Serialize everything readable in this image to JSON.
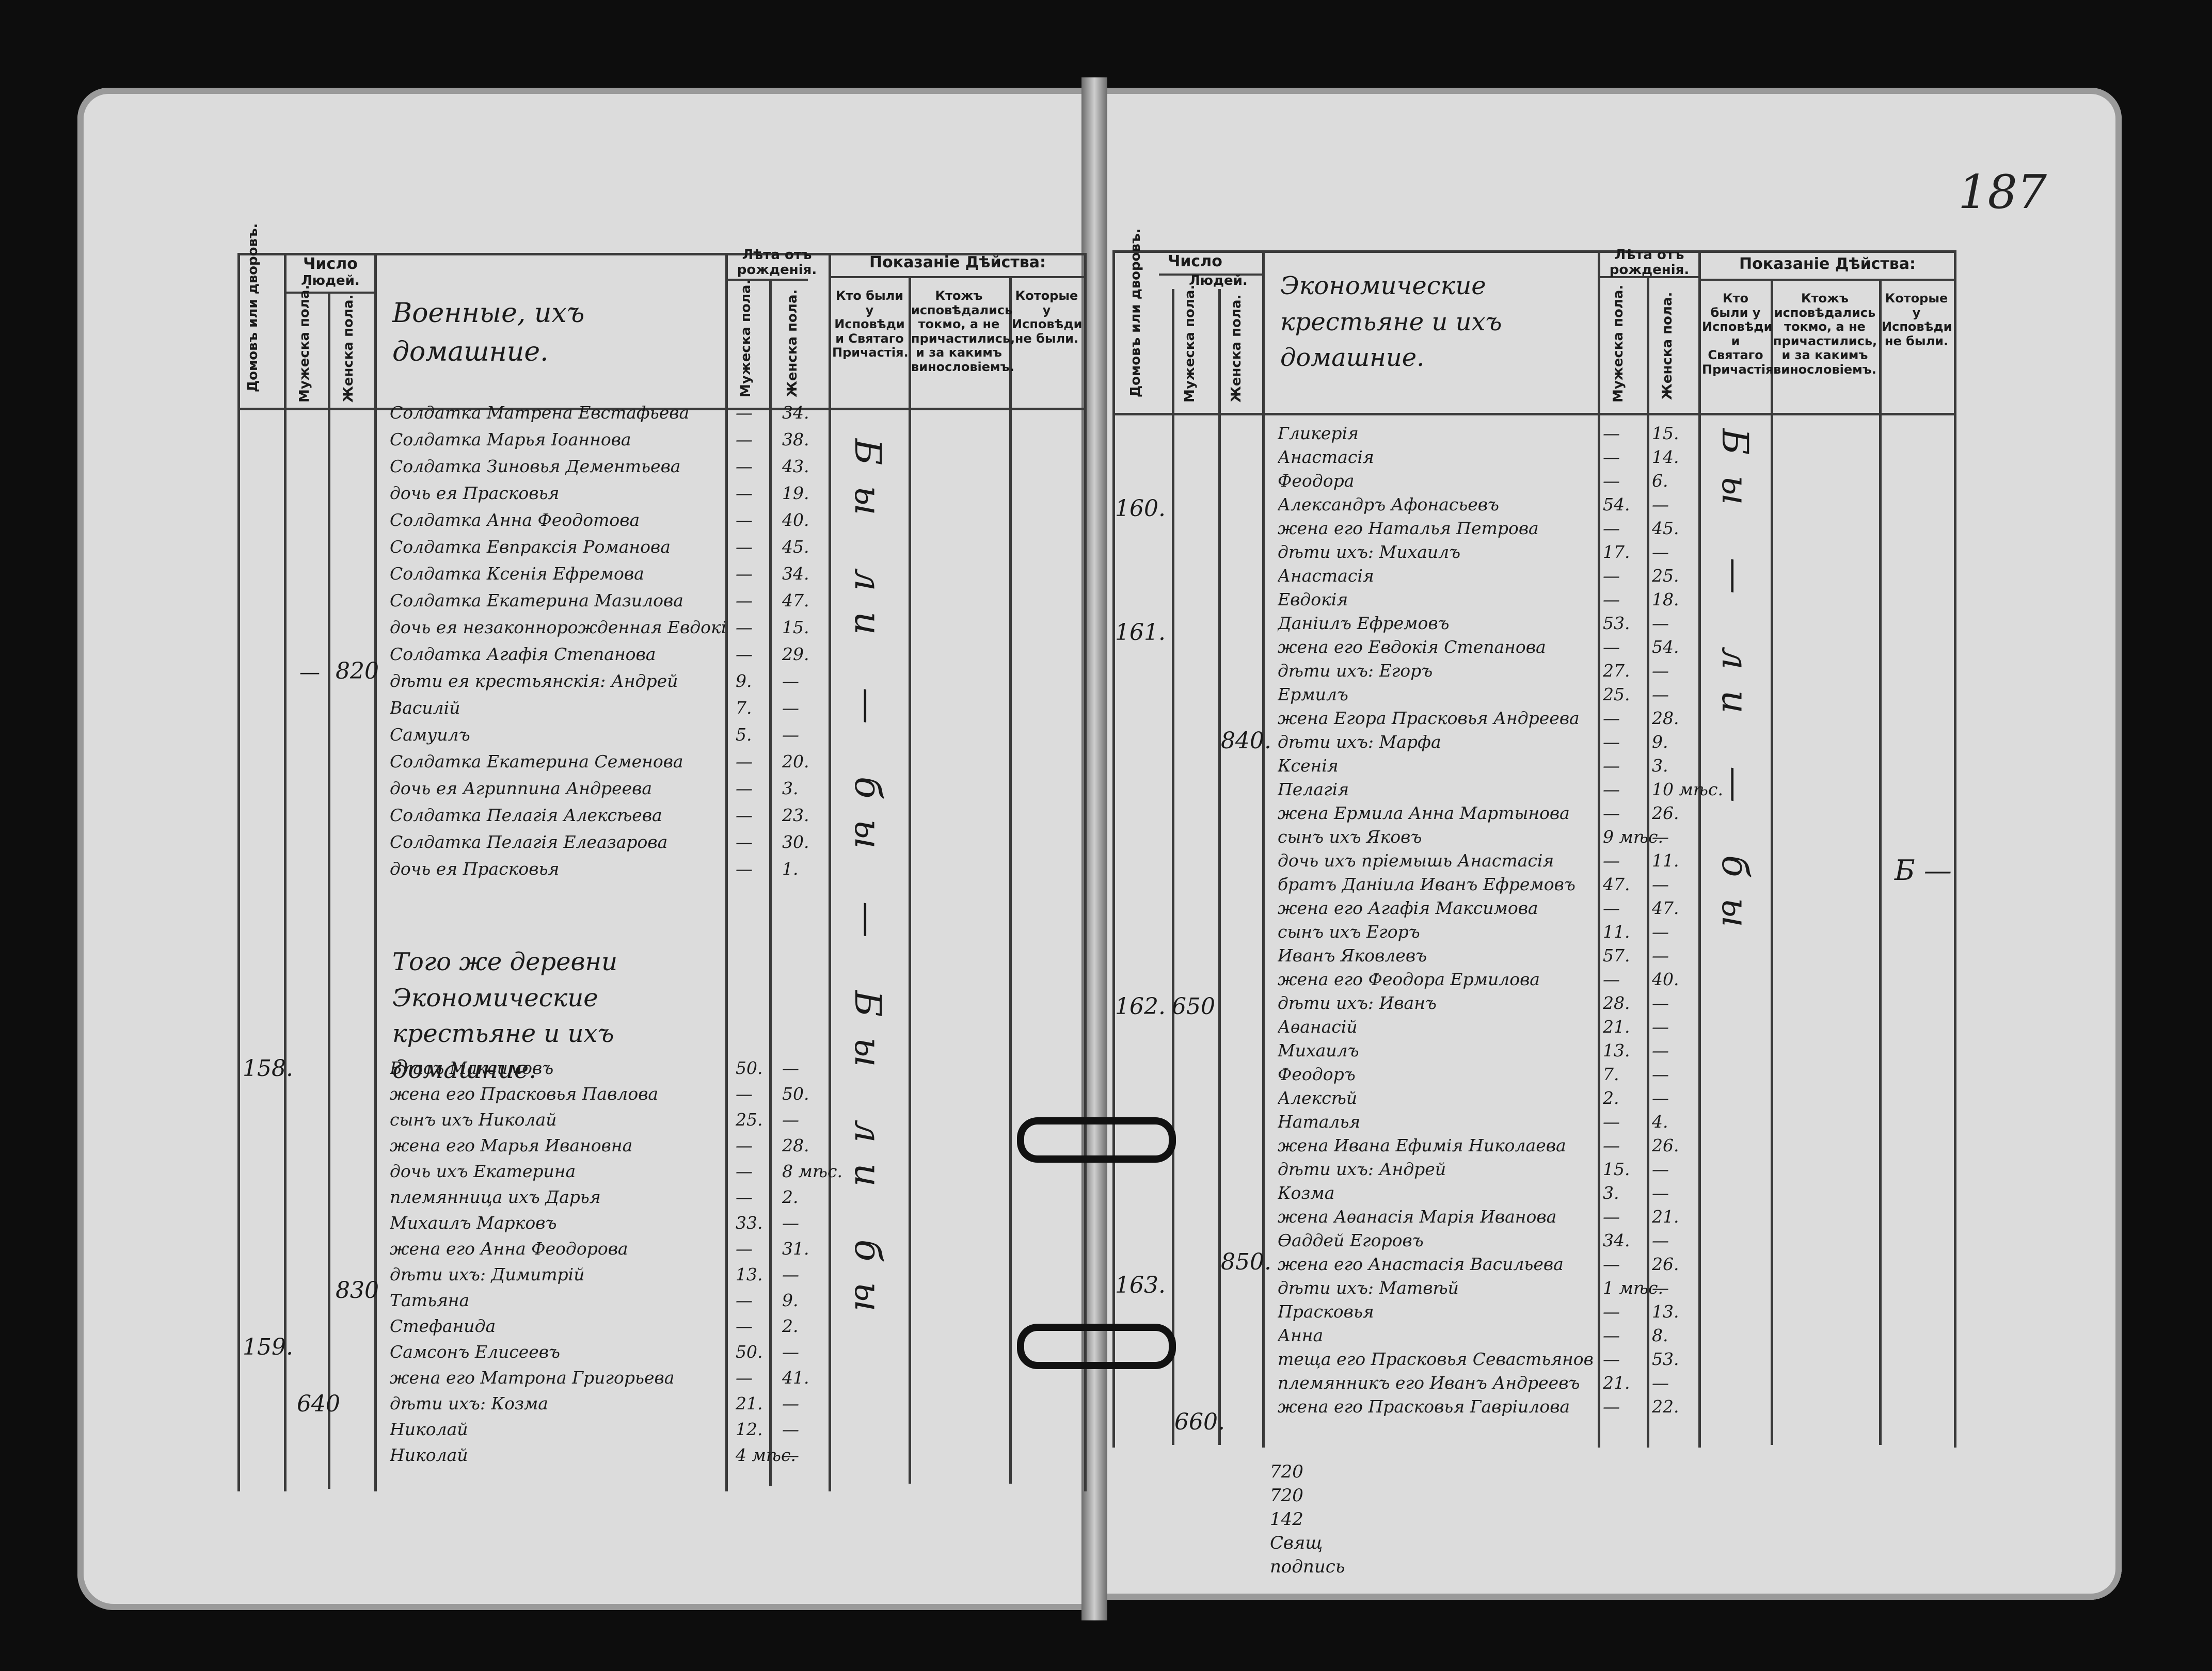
{
  "page_number": "187",
  "header": {
    "houses": "Домовъ или дворовъ.",
    "number": "Число",
    "people": "Людей.",
    "male": "Мужеска пола.",
    "female": "Женска пола.",
    "years": "Лѣта отъ рожденія.",
    "action": "Показаніе Дѣйства:",
    "confessed": "Кто были у Исповѣди и Святаго Причастія.",
    "confessed_only": "Ктожъ исповѣдались токмо, а не причастились, и за какимъ винословіемъ.",
    "not_confessed": "Которые у Исповѣди не были."
  },
  "left": {
    "section1_title": "Военные, ихъ домашние.",
    "rows": [
      {
        "name": "Солдатка Матрена Евстафьева",
        "m": "—",
        "f": "34."
      },
      {
        "name": "Солдатка Марья Іоаннова",
        "m": "—",
        "f": "38."
      },
      {
        "name": "Солдатка Зиновья Дементьева",
        "m": "—",
        "f": "43."
      },
      {
        "name": "дочь ея Прасковья",
        "m": "—",
        "f": "19."
      },
      {
        "name": "Солдатка Анна Феодотова",
        "m": "—",
        "f": "40."
      },
      {
        "name": "Солдатка Евпраксія Романова",
        "m": "—",
        "f": "45."
      },
      {
        "name": "Солдатка Ксенія Ефремова",
        "m": "—",
        "f": "34."
      },
      {
        "name": "Солдатка Екатерина Мазилова",
        "m": "—",
        "f": "47."
      },
      {
        "name": "дочь ея незаконнорожденная Евдокія",
        "m": "—",
        "f": "15."
      },
      {
        "name": "Солдатка Агафія Степанова",
        "m": "—",
        "f": "29."
      },
      {
        "name": "дѣти ея крестьянскія: Андрей",
        "m": "9.",
        "f": "—"
      },
      {
        "name": "Василій",
        "m": "7.",
        "f": "—"
      },
      {
        "name": "Самуилъ",
        "m": "5.",
        "f": "—"
      },
      {
        "name": "Солдатка Екатерина Семенова",
        "m": "—",
        "f": "20."
      },
      {
        "name": "дочь ея Агриппина Андреева",
        "m": "—",
        "f": "3."
      },
      {
        "name": "Солдатка Пелагія Алексѣева",
        "m": "—",
        "f": "23."
      },
      {
        "name": "Солдатка Пелагія Елеазарова",
        "m": "—",
        "f": "30."
      },
      {
        "name": "дочь ея Прасковья",
        "m": "—",
        "f": "1."
      }
    ],
    "section2_title": "Того же деревни Экономические крестьяне и ихъ домашние.",
    "rows2": [
      {
        "name": "Власъ Максимовъ",
        "m": "50.",
        "f": "—"
      },
      {
        "name": "жена его Прасковья Павлова",
        "m": "—",
        "f": "50."
      },
      {
        "name": "сынъ ихъ Николай",
        "m": "25.",
        "f": "—"
      },
      {
        "name": "жена его Марья Ивановна",
        "m": "—",
        "f": "28."
      },
      {
        "name": "дочь ихъ Екатерина",
        "m": "—",
        "f": "8 мѣс."
      },
      {
        "name": "племянница ихъ Дарья",
        "m": "—",
        "f": "2."
      },
      {
        "name": "Михаилъ Марковъ",
        "m": "33.",
        "f": "—"
      },
      {
        "name": "жена его Анна Феодорова",
        "m": "—",
        "f": "31."
      },
      {
        "name": "дѣти ихъ: Димитрій",
        "m": "13.",
        "f": "—"
      },
      {
        "name": "Татьяна",
        "m": "—",
        "f": "9."
      },
      {
        "name": "Стефанида",
        "m": "—",
        "f": "2."
      },
      {
        "name": "Самсонъ Елисеевъ",
        "m": "50.",
        "f": "—"
      },
      {
        "name": "жена его Матрона Григорьева",
        "m": "—",
        "f": "41."
      },
      {
        "name": "дѣти ихъ: Козма",
        "m": "21.",
        "f": "—"
      },
      {
        "name": "Николай",
        "m": "12.",
        "f": "—"
      },
      {
        "name": "Николай",
        "m": "4 мѣс.",
        "f": "—"
      }
    ],
    "house_158": "158.",
    "house_159": "159.",
    "total_820": "820",
    "total_830": "830",
    "total_640": "640",
    "confession_marks": "Бы ли — бы — Бы ли бы"
  },
  "right": {
    "section_title": "Экономические крестьяне и ихъ домашние.",
    "rows": [
      {
        "name": "Гликерія",
        "m": "—",
        "f": "15."
      },
      {
        "name": "Анастасія",
        "m": "—",
        "f": "14."
      },
      {
        "name": "Феодора",
        "m": "—",
        "f": "6."
      },
      {
        "name": "Александръ Афонасьевъ",
        "m": "54.",
        "f": "—"
      },
      {
        "name": "жена его Наталья Петрова",
        "m": "—",
        "f": "45."
      },
      {
        "name": "дѣти ихъ: Михаилъ",
        "m": "17.",
        "f": "—"
      },
      {
        "name": "Анастасія",
        "m": "—",
        "f": "25."
      },
      {
        "name": "Евдокія",
        "m": "—",
        "f": "18."
      },
      {
        "name": "Даніилъ Ефремовъ",
        "m": "53.",
        "f": "—"
      },
      {
        "name": "жена его Евдокія Степанова",
        "m": "—",
        "f": "54."
      },
      {
        "name": "дѣти ихъ: Егоръ",
        "m": "27.",
        "f": "—"
      },
      {
        "name": "Ермилъ",
        "m": "25.",
        "f": "—"
      },
      {
        "name": "жена Егора Прасковья Андреева",
        "m": "—",
        "f": "28."
      },
      {
        "name": "дѣти ихъ: Марфа",
        "m": "—",
        "f": "9."
      },
      {
        "name": "Ксенія",
        "m": "—",
        "f": "3."
      },
      {
        "name": "Пелагія",
        "m": "—",
        "f": "10 мѣс."
      },
      {
        "name": "жена Ермила Анна Мартынова",
        "m": "—",
        "f": "26."
      },
      {
        "name": "сынъ ихъ Яковъ",
        "m": "9 мѣс.",
        "f": "—"
      },
      {
        "name": "дочь ихъ пріемышь Анастасія",
        "m": "—",
        "f": "11."
      },
      {
        "name": "братъ Даніила Иванъ Ефремовъ",
        "m": "47.",
        "f": "—"
      },
      {
        "name": "жена его Агафія Максимова",
        "m": "—",
        "f": "47."
      },
      {
        "name": "сынъ ихъ Егоръ",
        "m": "11.",
        "f": "—"
      },
      {
        "name": "Иванъ Яковлевъ",
        "m": "57.",
        "f": "—"
      },
      {
        "name": "жена его Феодора Ермилова",
        "m": "—",
        "f": "40."
      },
      {
        "name": "дѣти ихъ: Иванъ",
        "m": "28.",
        "f": "—"
      },
      {
        "name": "Аѳанасій",
        "m": "21.",
        "f": "—"
      },
      {
        "name": "Михаилъ",
        "m": "13.",
        "f": "—"
      },
      {
        "name": "Феодоръ",
        "m": "7.",
        "f": "—"
      },
      {
        "name": "Алексѣй",
        "m": "2.",
        "f": "—"
      },
      {
        "name": "Наталья",
        "m": "—",
        "f": "4."
      },
      {
        "name": "жена Ивана Ефимія Николаева",
        "m": "—",
        "f": "26."
      },
      {
        "name": "дѣти ихъ: Андрей",
        "m": "15.",
        "f": "—"
      },
      {
        "name": "Козма",
        "m": "3.",
        "f": "—"
      },
      {
        "name": "жена Аѳанасія Марія Иванова",
        "m": "—",
        "f": "21."
      },
      {
        "name": "Ѳаддей Егоровъ",
        "m": "34.",
        "f": "—"
      },
      {
        "name": "жена его Анастасія Васильева",
        "m": "—",
        "f": "26."
      },
      {
        "name": "дѣти ихъ: Матвѣй",
        "m": "1 мѣс.",
        "f": "—"
      },
      {
        "name": "Прасковья",
        "m": "—",
        "f": "13."
      },
      {
        "name": "Анна",
        "m": "—",
        "f": "8."
      },
      {
        "name": "теща его Прасковья Севастьянова",
        "m": "—",
        "f": "53."
      },
      {
        "name": "племянникъ его Иванъ Андреевъ",
        "m": "21.",
        "f": "—"
      },
      {
        "name": "жена его Прасковья Гавріилова",
        "m": "—",
        "f": "22."
      }
    ],
    "house_160": "160.",
    "house_161": "161.",
    "house_162": "162.",
    "house_163": "163.",
    "total_840": "840.",
    "total_650": "650",
    "total_850": "850.",
    "total_660": "660.",
    "confession_marks": "Бы — ли — бы",
    "not_confessed_mark": "Б —",
    "bottom_notes": [
      "720",
      "720",
      "142",
      "Свящ",
      "подпись"
    ]
  }
}
